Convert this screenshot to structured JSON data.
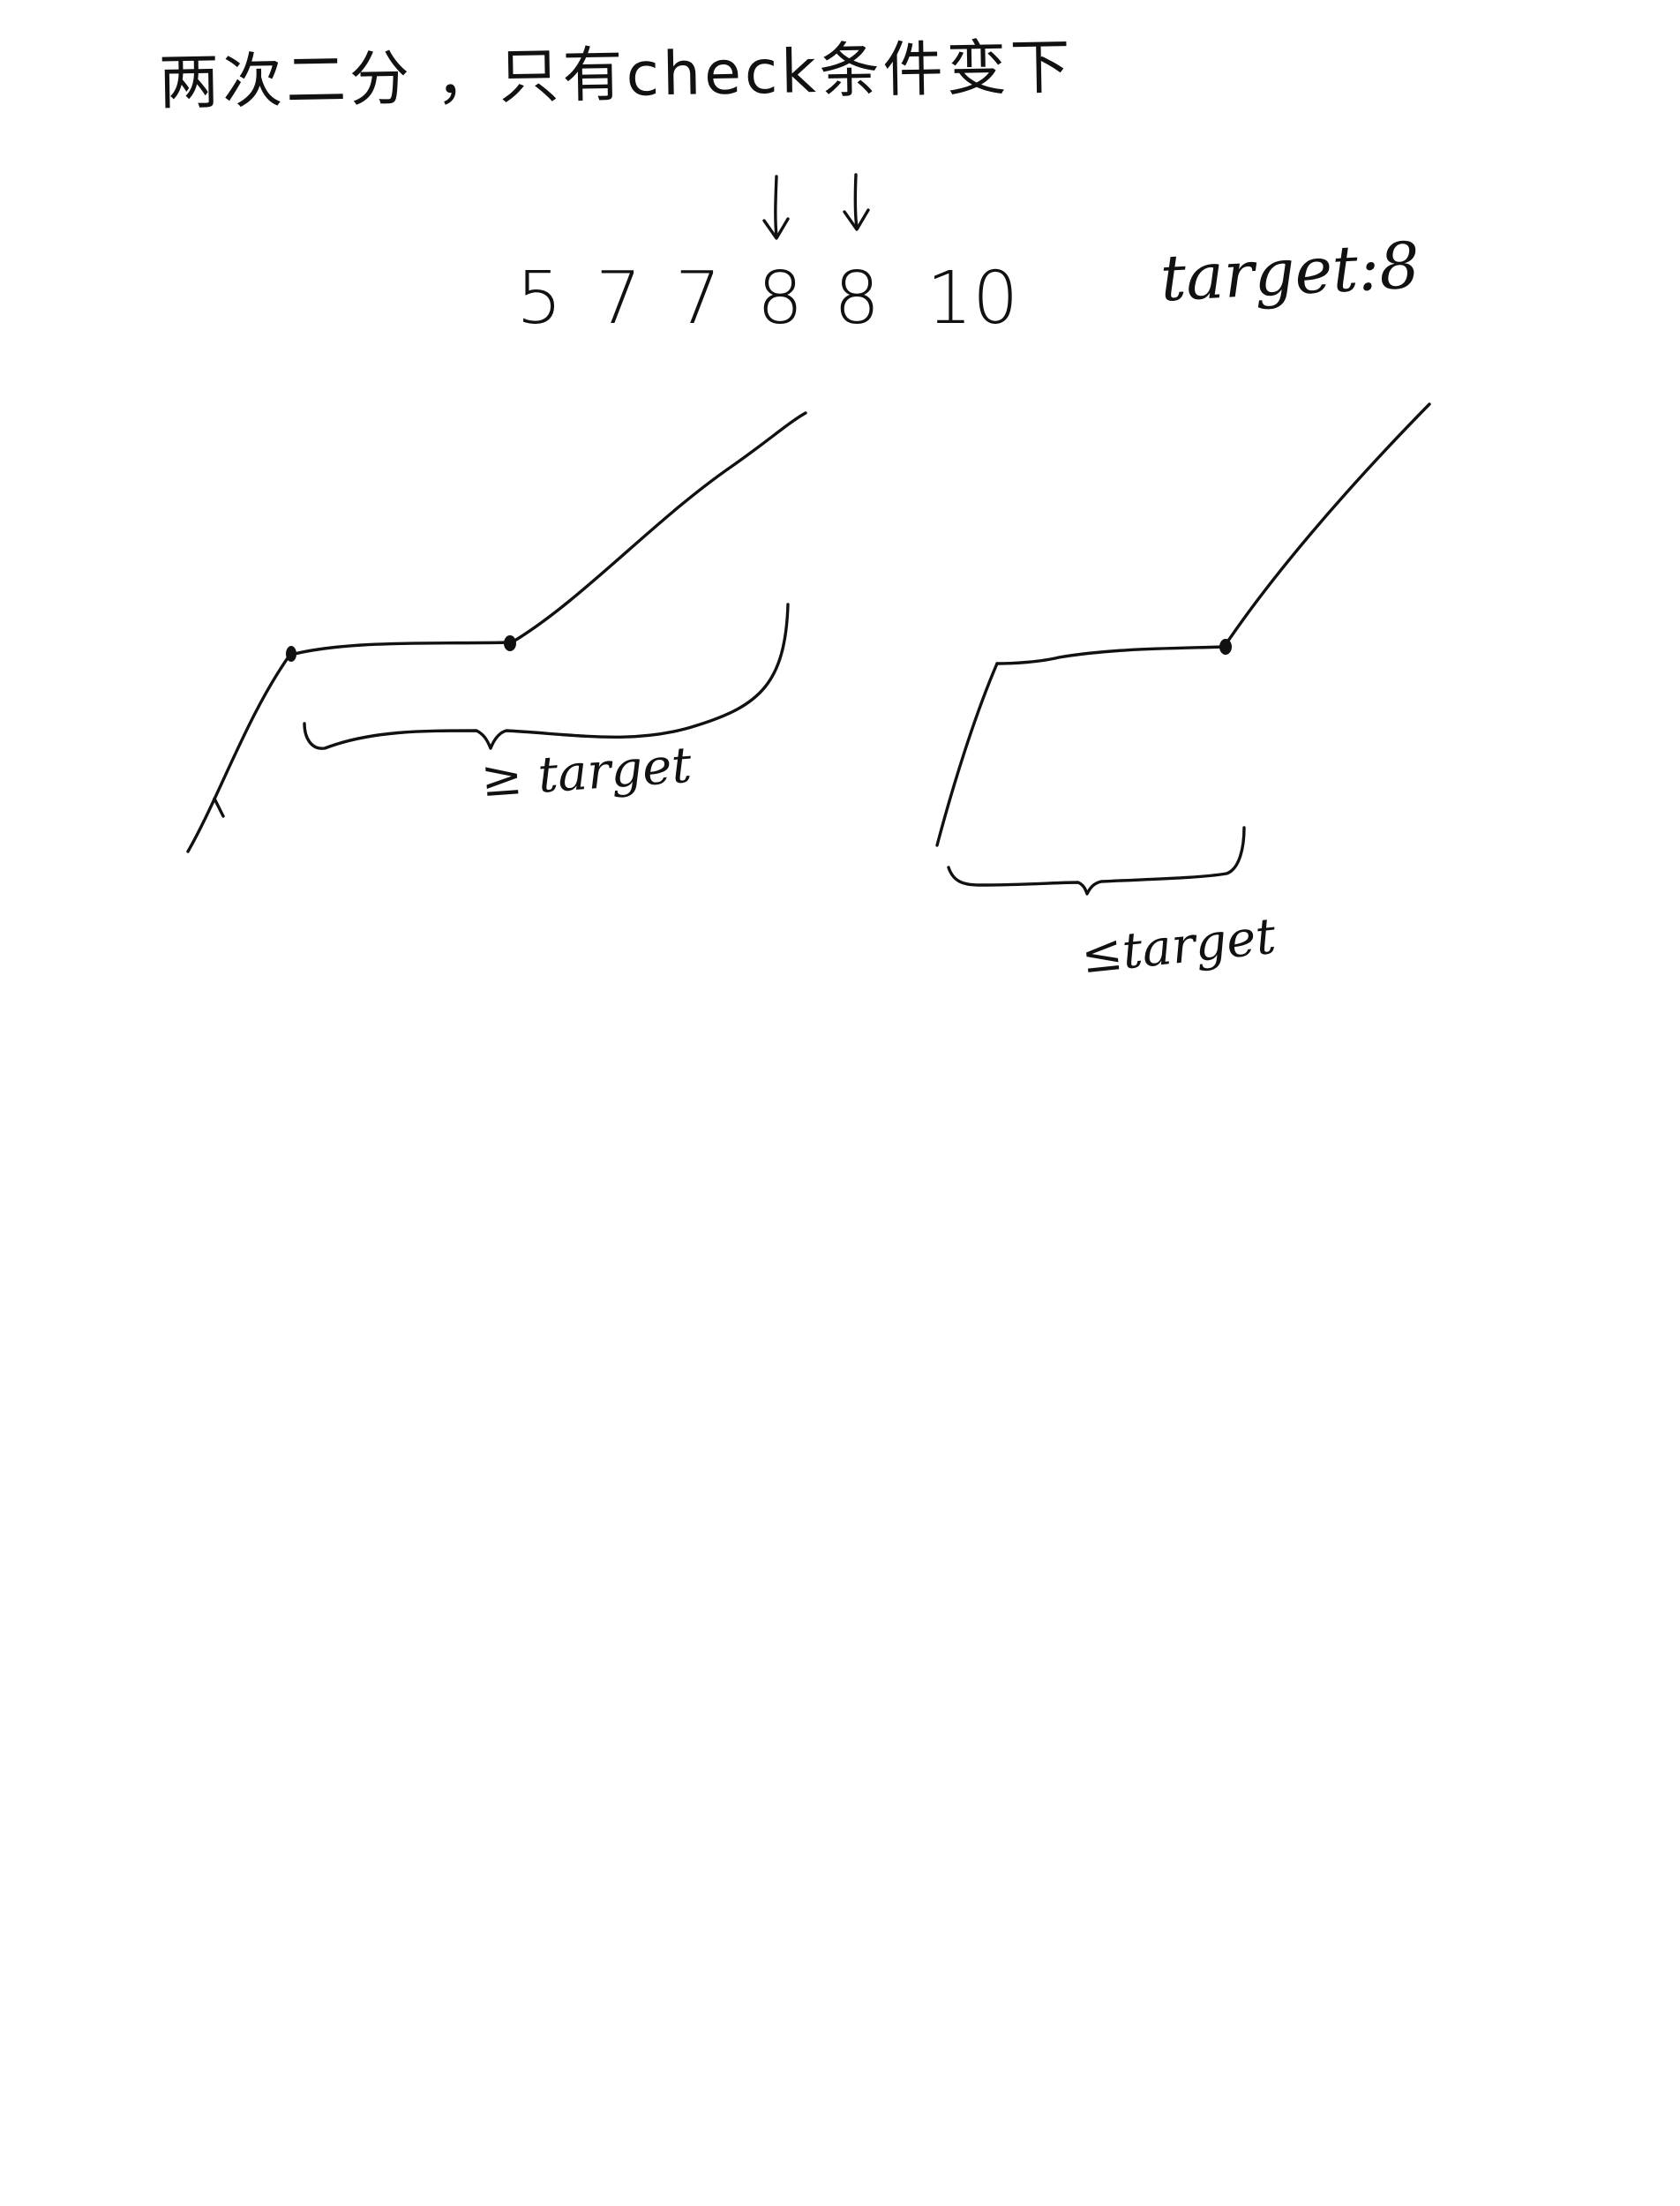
{
  "title": "两次二分 ，只有check条件变下",
  "array": {
    "values": [
      "5",
      "7",
      "7",
      "8",
      "8",
      "10"
    ]
  },
  "target_note": "target:8",
  "left_graph": {
    "bracket_label": "≥ target"
  },
  "right_graph": {
    "bracket_label": "≤target"
  }
}
